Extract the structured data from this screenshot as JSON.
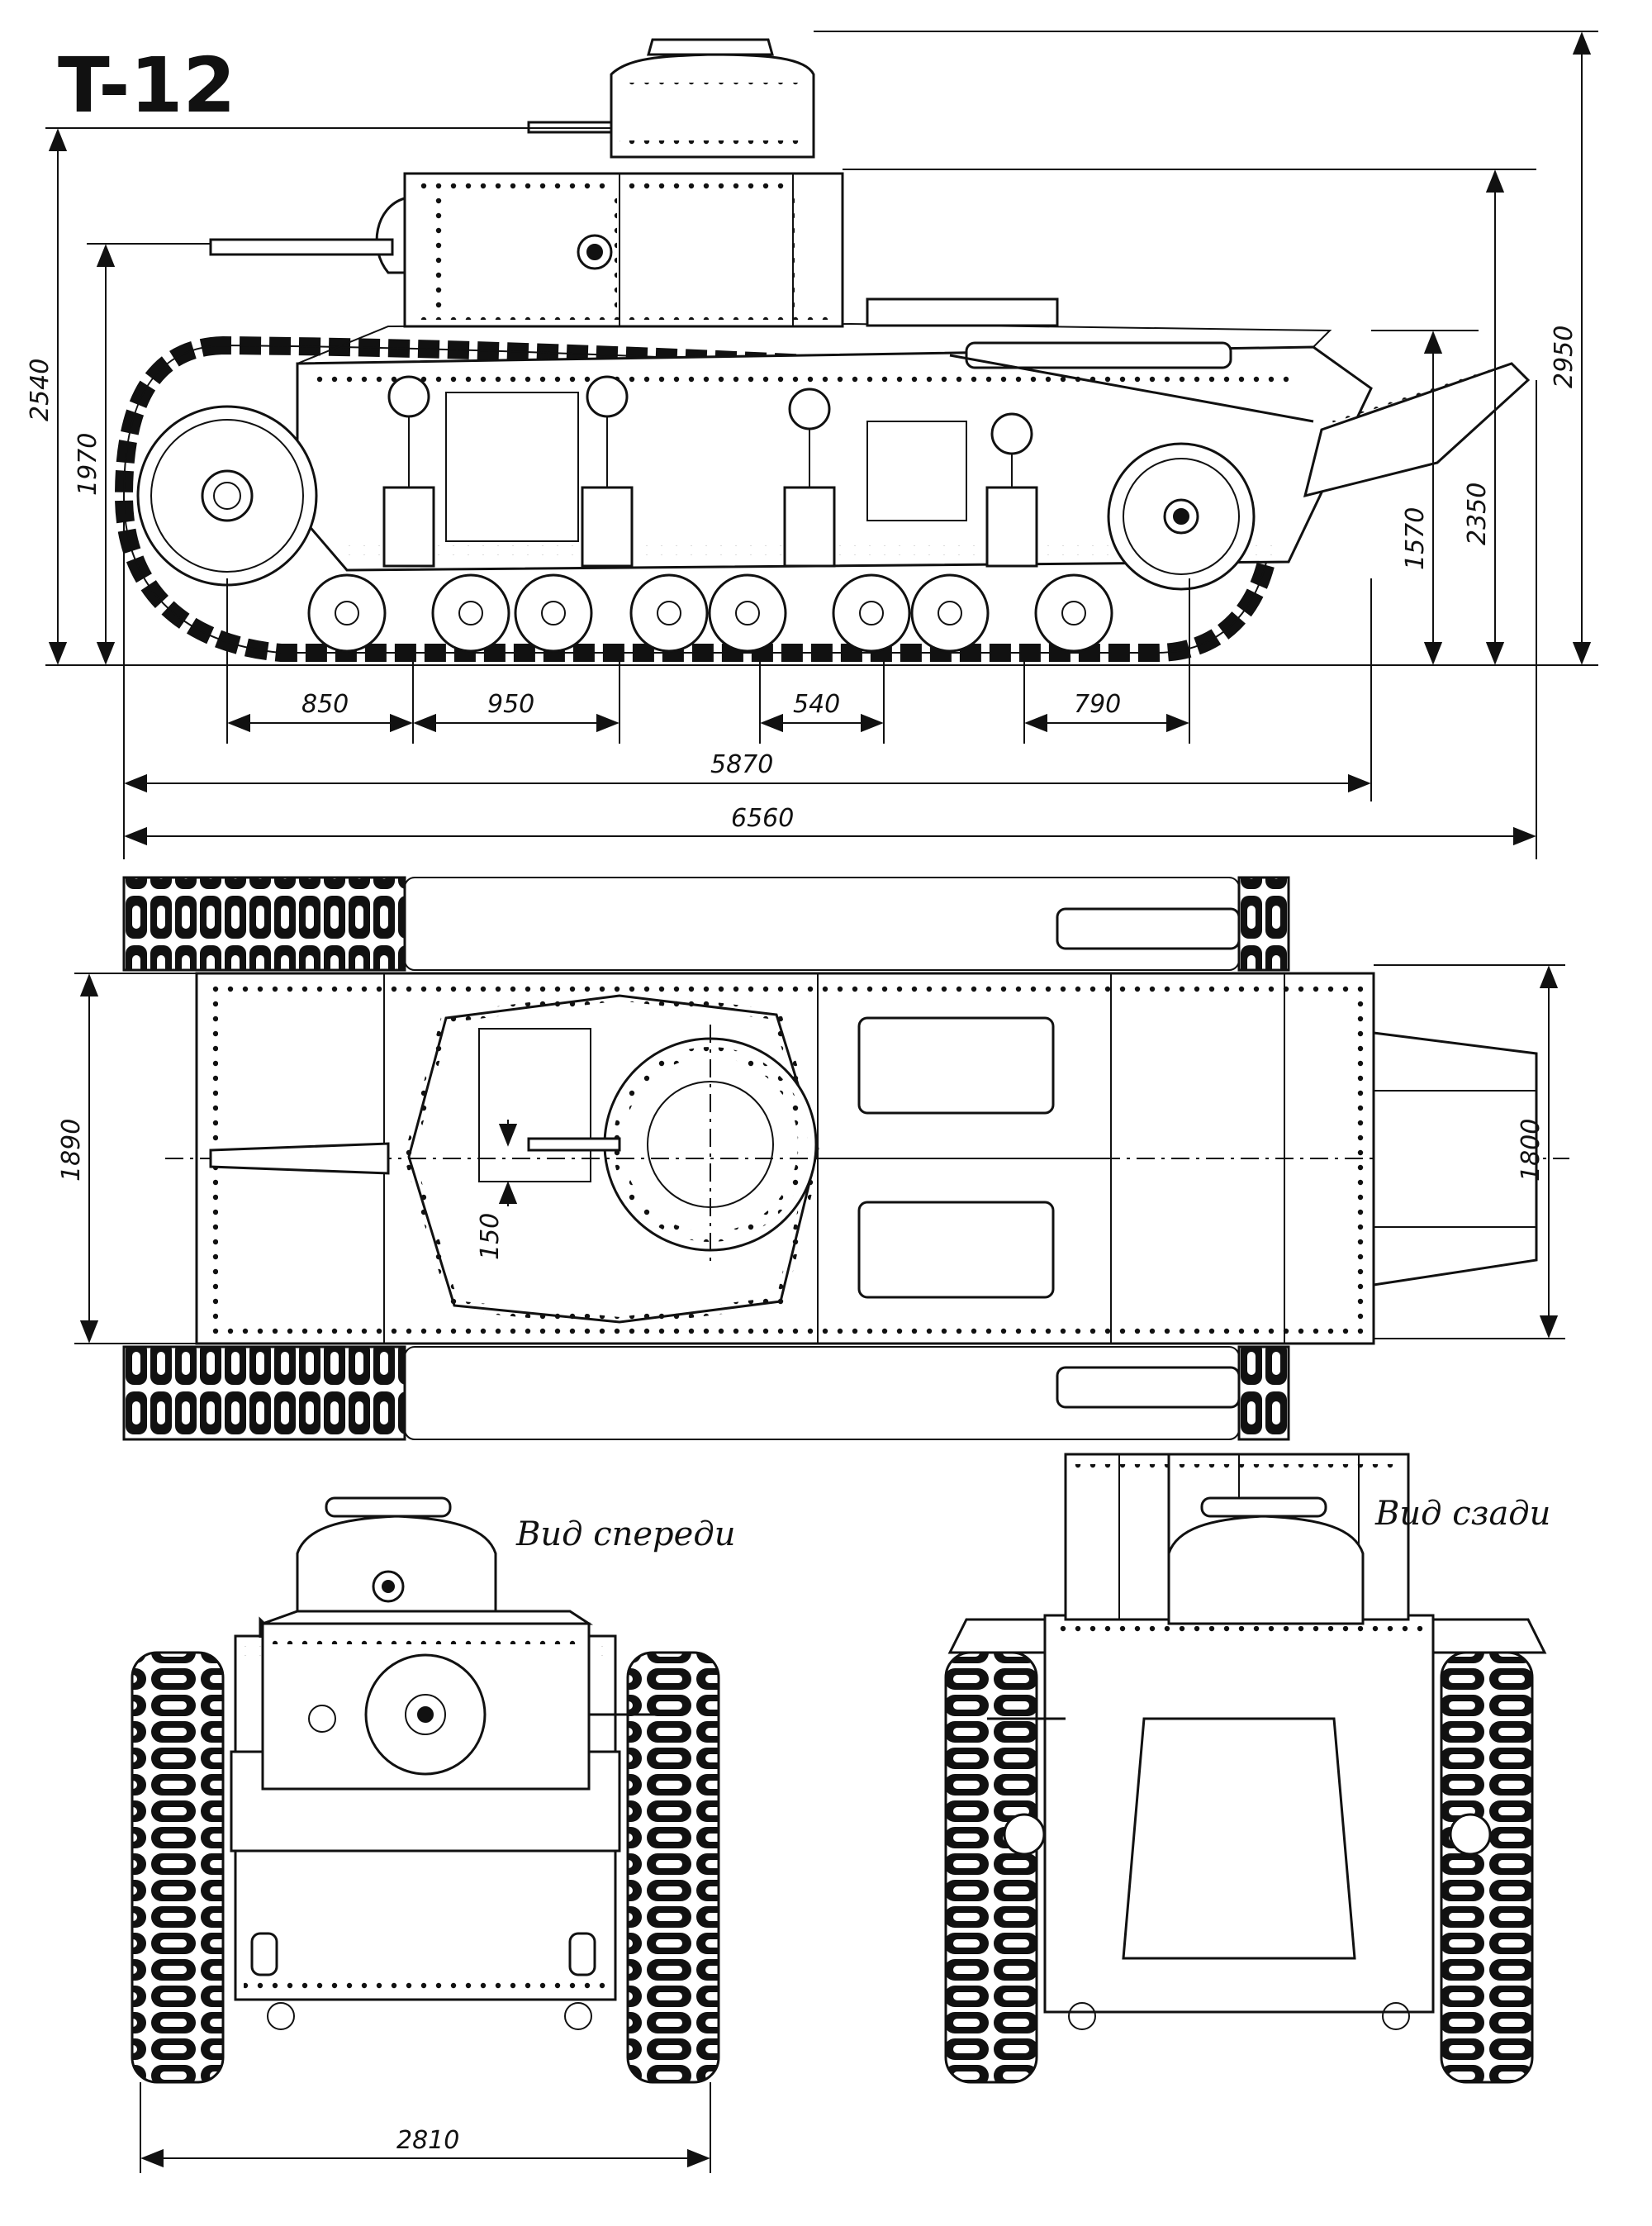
{
  "title": "T-12",
  "dimensions": {
    "d2540": "2540",
    "d1970": "1970",
    "d2950": "2950",
    "d2350": "2350",
    "d1570": "1570",
    "d850": "850",
    "d950": "950",
    "d540": "540",
    "d790": "790",
    "d5870": "5870",
    "d6560": "6560",
    "d1890": "1890",
    "d1800": "1800",
    "d150": "150",
    "d2810": "2810"
  },
  "views": {
    "front": "Вид спереди",
    "rear": "Вид сзади"
  }
}
